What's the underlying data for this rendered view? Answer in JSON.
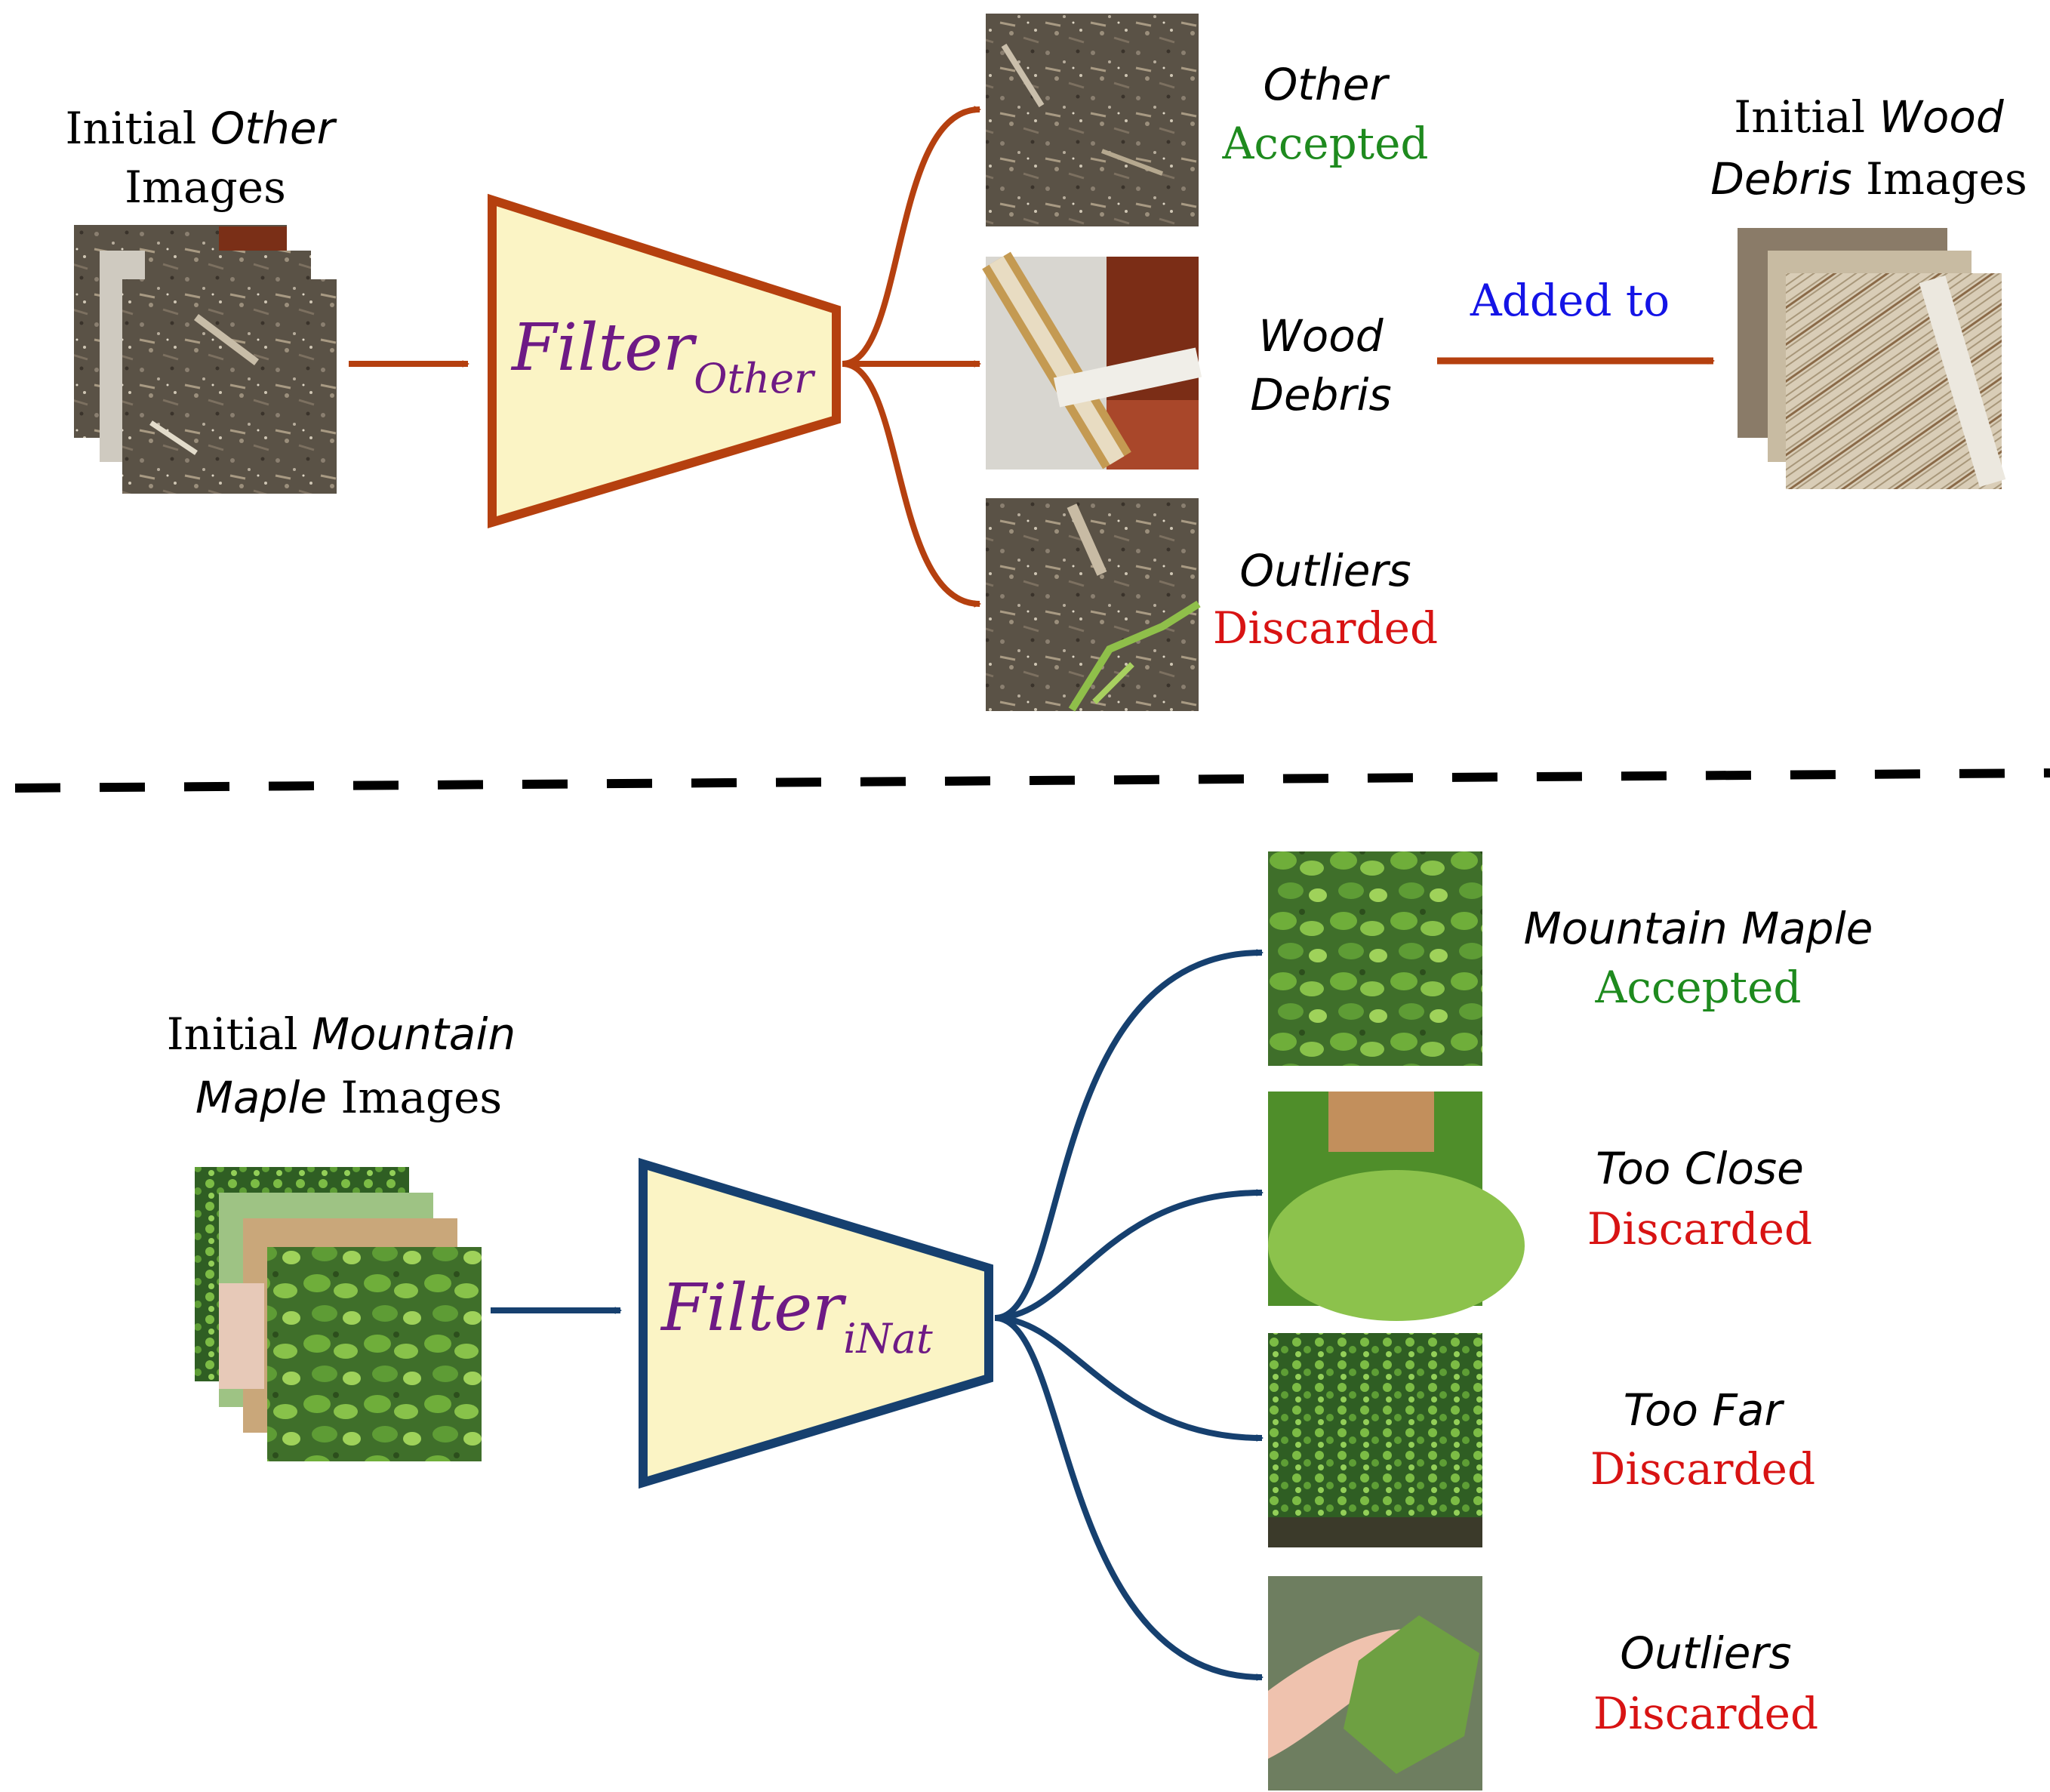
{
  "colors": {
    "brown_arrow": "#B5400F",
    "navy_arrow": "#16406F",
    "funnel_fill": "#FBF4C5",
    "accepted": "#1E8A1E",
    "discarded": "#D81313",
    "added_to": "#1414E6",
    "filter_text": "#6E1A85"
  },
  "top": {
    "input_label": {
      "prefix": "Initial",
      "italic": "Other",
      "line2": "Images"
    },
    "filter": {
      "main": "Filter",
      "subscript": "Other"
    },
    "outputs": [
      {
        "title": "Other",
        "status": "Accepted",
        "thumb_icon": "forest-floor-photo"
      },
      {
        "title_line1": "Wood",
        "title_line2": "Debris",
        "thumb_icon": "wood-debris-photo"
      },
      {
        "title": "Outliers",
        "status": "Discarded",
        "thumb_icon": "forest-floor-fern-photo"
      }
    ],
    "added_to_label": "Added to",
    "target_label": {
      "prefix": "Initial",
      "italic_line1": "Wood",
      "italic_line2": "Debris",
      "suffix": "Images"
    }
  },
  "bottom": {
    "input_label": {
      "prefix": "Initial",
      "italic_line1": "Mountain",
      "italic_line2": "Maple",
      "suffix": "Images"
    },
    "filter": {
      "main": "Filter",
      "subscript": "iNat"
    },
    "outputs": [
      {
        "title": "Mountain Maple",
        "status": "Accepted",
        "thumb_icon": "maple-leaves-photo"
      },
      {
        "title": "Too Close",
        "status": "Discarded",
        "thumb_icon": "maple-closeup-photo"
      },
      {
        "title": "Too Far",
        "status": "Discarded",
        "thumb_icon": "maple-bush-photo"
      },
      {
        "title": "Outliers",
        "status": "Discarded",
        "thumb_icon": "maple-leaf-in-hand-photo"
      }
    ]
  }
}
